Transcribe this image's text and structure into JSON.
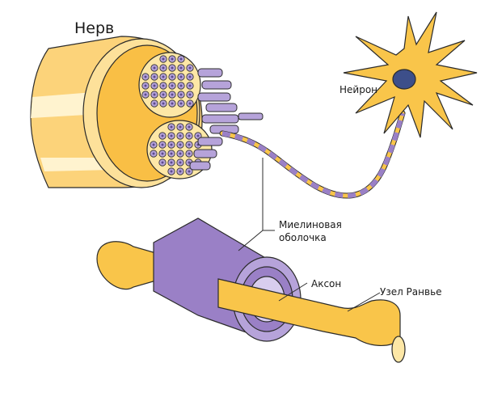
{
  "labels": {
    "nerve": "Нерв",
    "neuron": "Нейрон",
    "myelin_line1": "Миелиновая",
    "myelin_line2": "оболочка",
    "axon": "Аксон",
    "node": "Узел Ранвье"
  },
  "colors": {
    "nerve_outer": "#fcd37a",
    "nerve_highlight": "#fff3cf",
    "nerve_mid": "#f9bf45",
    "fascicle": "#fde7a6",
    "fiber_fill": "#b6a3da",
    "fiber_core": "#5b4a8e",
    "myelin": "#9a80c6",
    "myelin_dark": "#6e5aa0",
    "neuron": "#f9c54a",
    "nucleus": "#3d4f8a",
    "outline": "#2b2b2b"
  }
}
